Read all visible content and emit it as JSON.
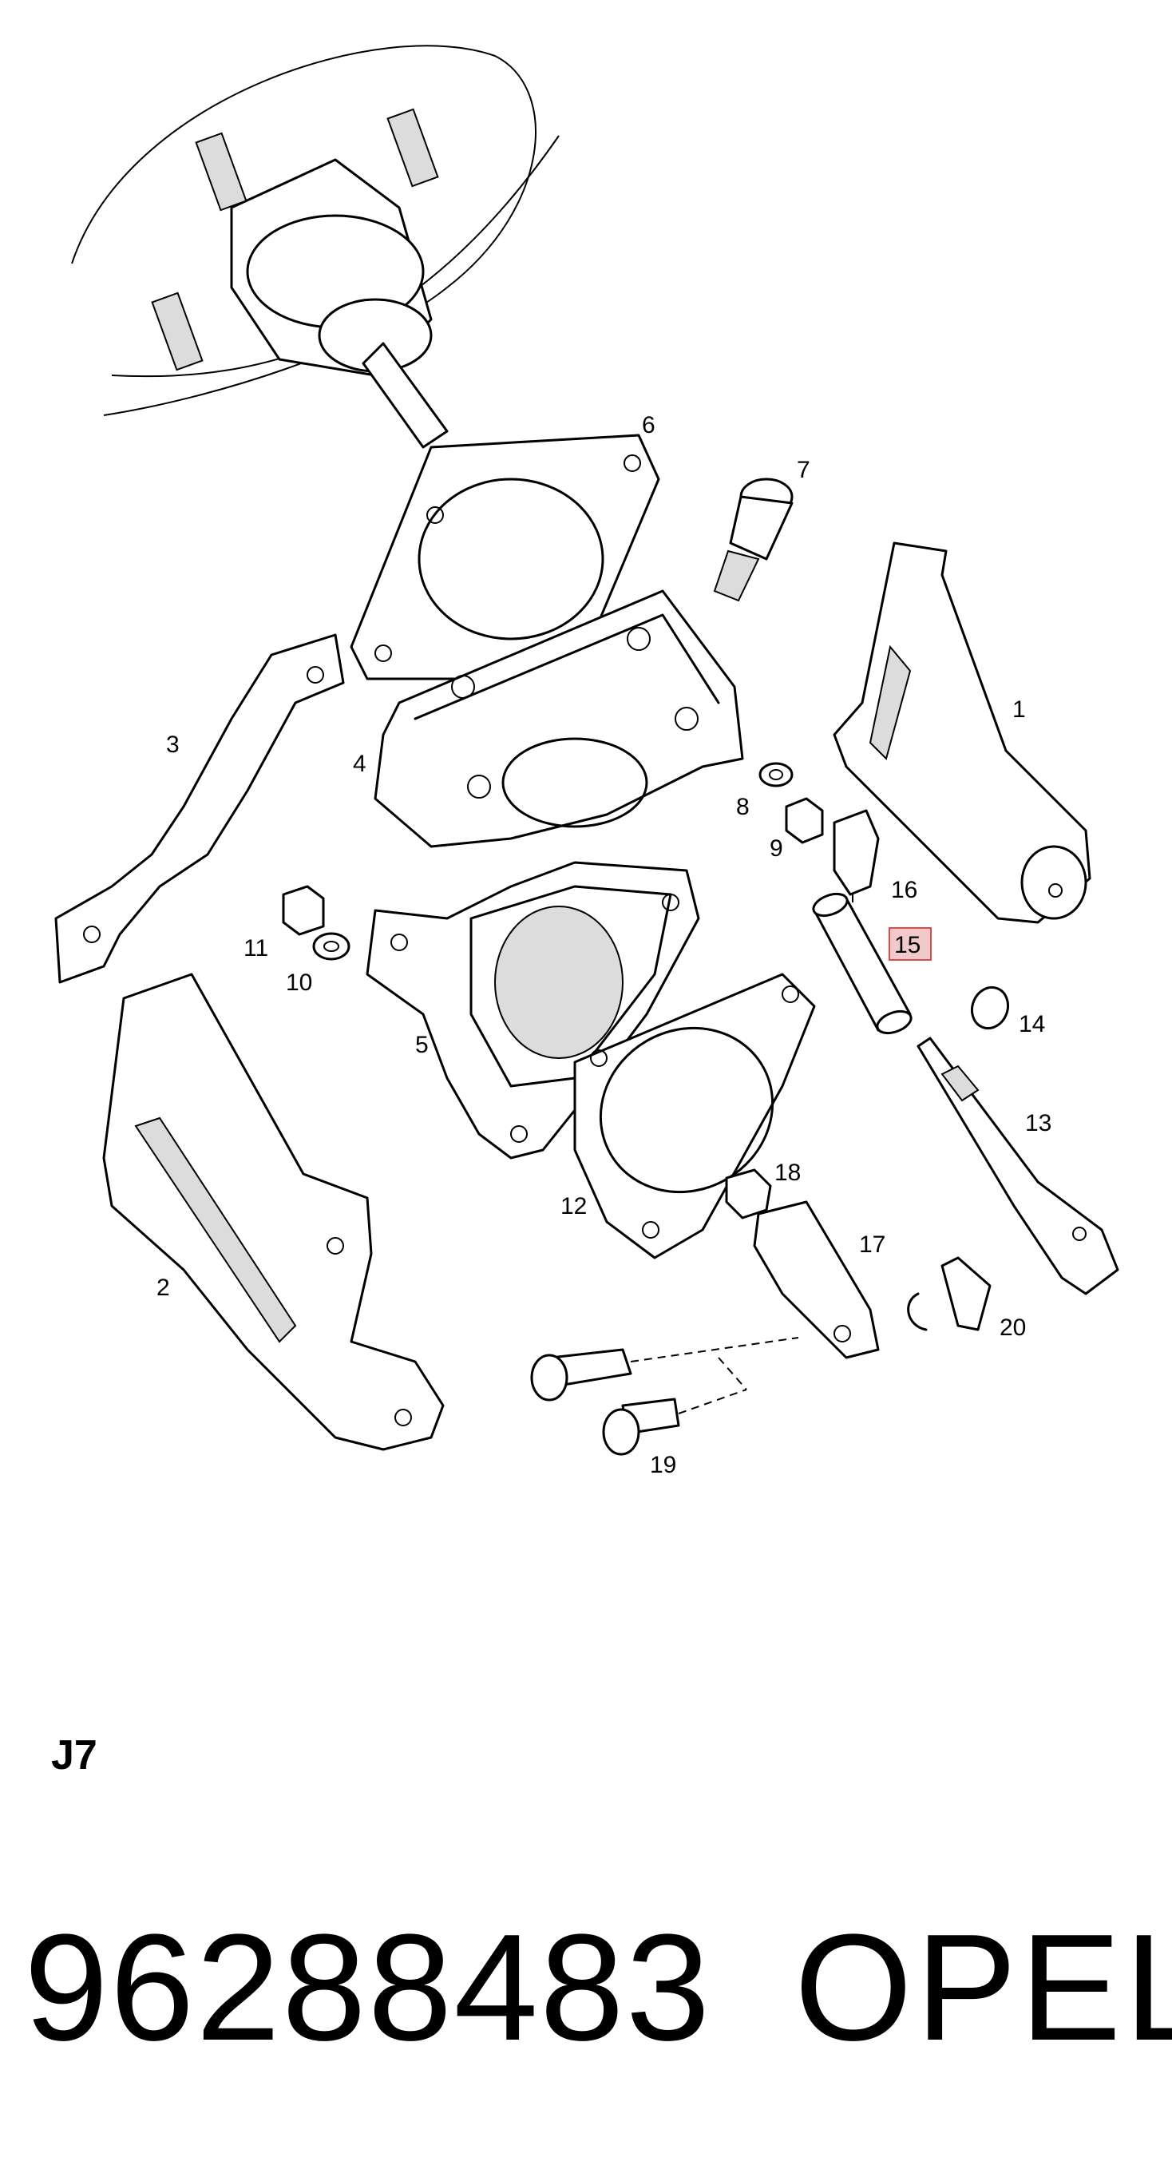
{
  "diagram": {
    "callouts": [
      {
        "id": "1",
        "label": "1",
        "highlighted": false
      },
      {
        "id": "2",
        "label": "2",
        "highlighted": false
      },
      {
        "id": "3",
        "label": "3",
        "highlighted": false
      },
      {
        "id": "4",
        "label": "4",
        "highlighted": false
      },
      {
        "id": "5",
        "label": "5",
        "highlighted": false
      },
      {
        "id": "6",
        "label": "6",
        "highlighted": false
      },
      {
        "id": "7",
        "label": "7",
        "highlighted": false
      },
      {
        "id": "8",
        "label": "8",
        "highlighted": false
      },
      {
        "id": "9",
        "label": "9",
        "highlighted": false
      },
      {
        "id": "10",
        "label": "10",
        "highlighted": false
      },
      {
        "id": "11",
        "label": "11",
        "highlighted": false
      },
      {
        "id": "12",
        "label": "12",
        "highlighted": false
      },
      {
        "id": "13",
        "label": "13",
        "highlighted": false
      },
      {
        "id": "14",
        "label": "14",
        "highlighted": false
      },
      {
        "id": "15",
        "label": "15",
        "highlighted": true
      },
      {
        "id": "16",
        "label": "16",
        "highlighted": false
      },
      {
        "id": "17",
        "label": "17",
        "highlighted": false
      },
      {
        "id": "18",
        "label": "18",
        "highlighted": false
      },
      {
        "id": "19",
        "label": "19",
        "highlighted": false
      },
      {
        "id": "20",
        "label": "20",
        "highlighted": false
      }
    ],
    "highlight_color": "#d94c4c"
  },
  "page_code": "J7",
  "part_number": "96288483",
  "brand": "OPEL"
}
